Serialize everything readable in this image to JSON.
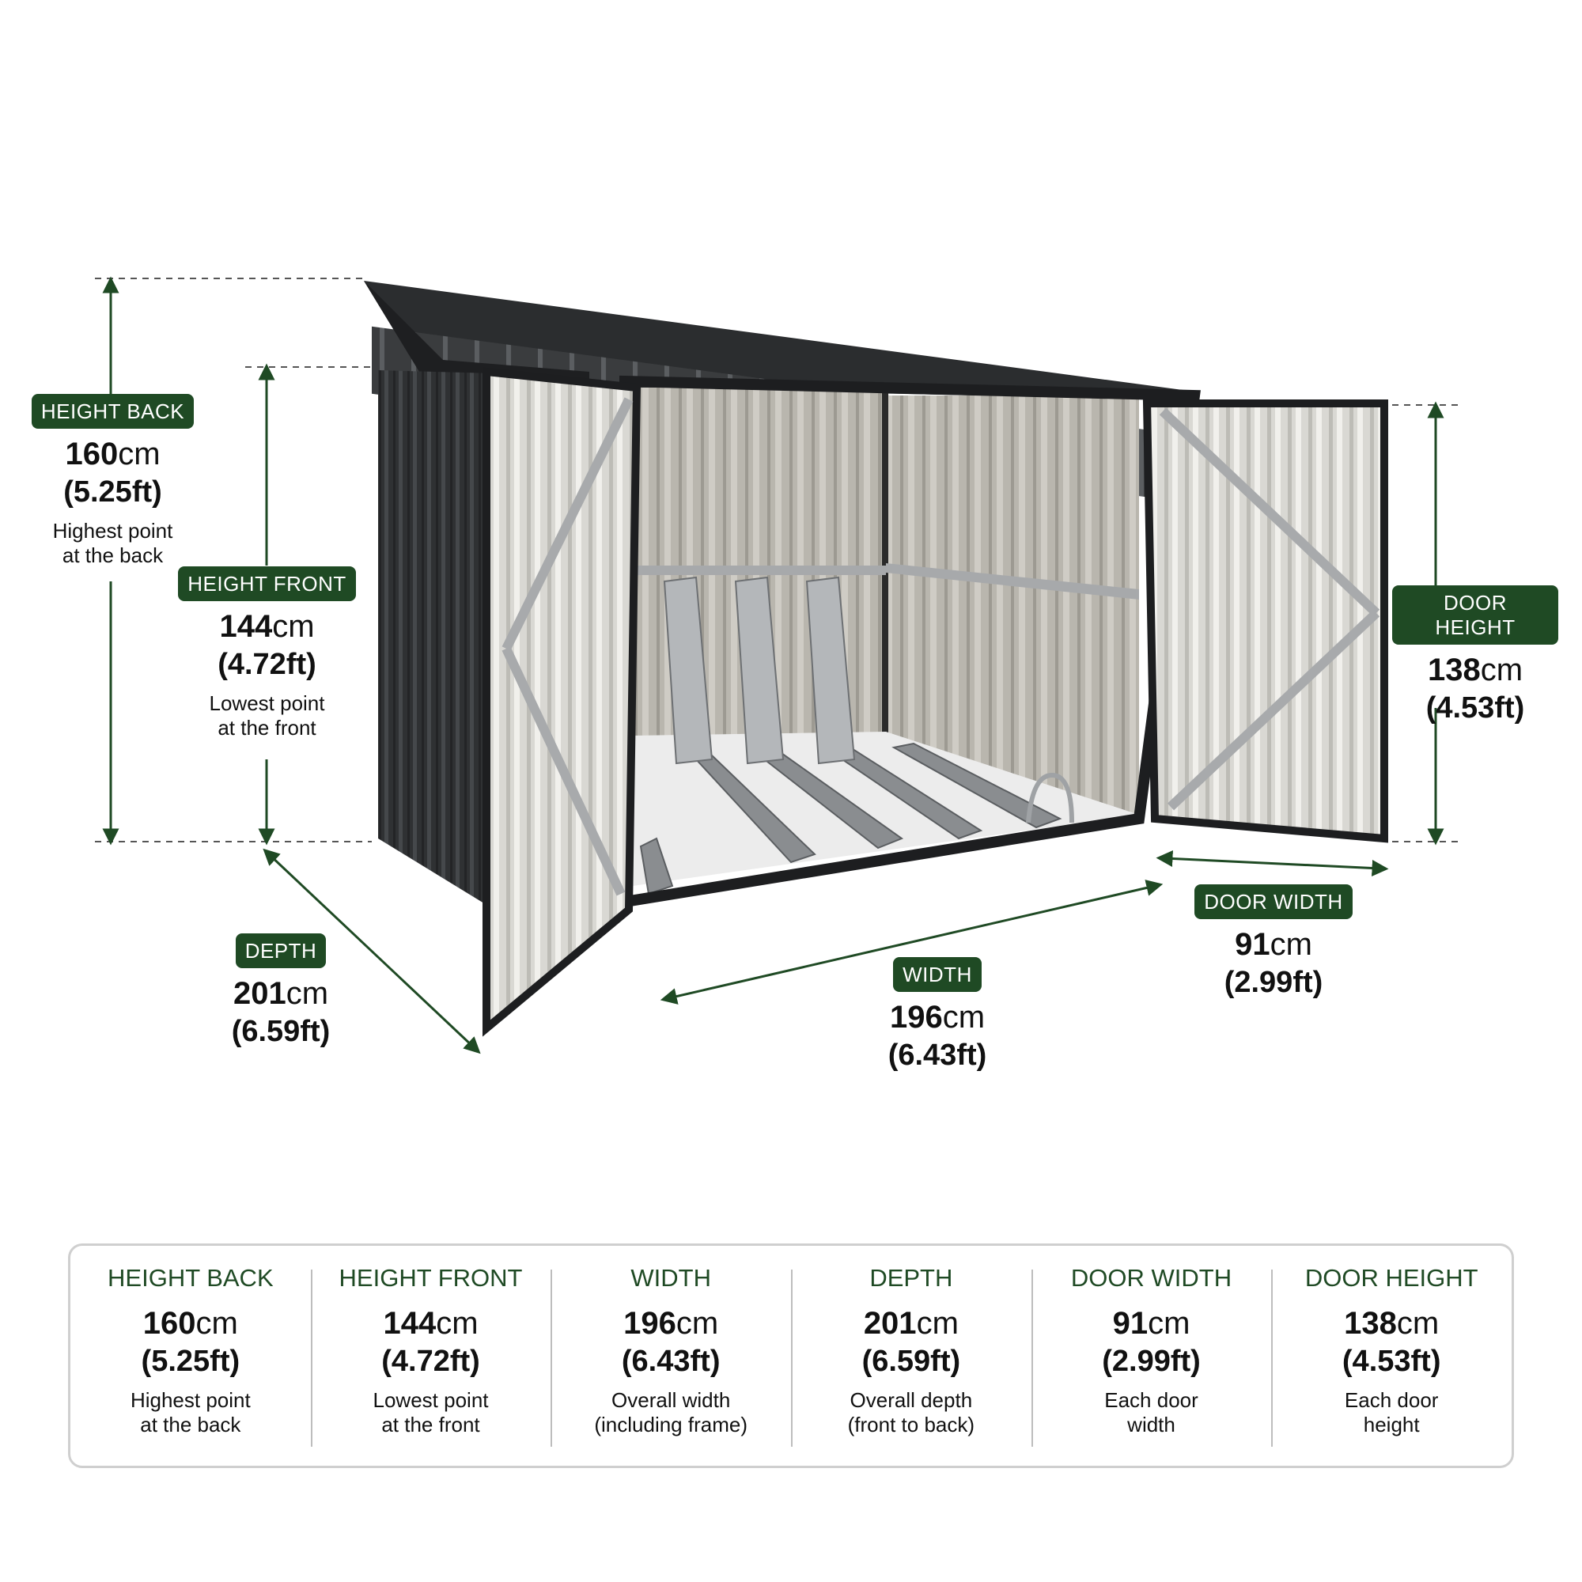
{
  "colors": {
    "badge_bg": "#1f4a24",
    "accent_text": "#1f4a24",
    "arrow": "#1f4a24"
  },
  "callouts": {
    "height_back": {
      "label": "HEIGHT BACK",
      "cm": "160",
      "unit": "cm",
      "ft": "(5.25ft)",
      "note1": "Highest point",
      "note2": "at the back"
    },
    "height_front": {
      "label": "HEIGHT FRONT",
      "cm": "144",
      "unit": "cm",
      "ft": "(4.72ft)",
      "note1": "Lowest point",
      "note2": "at the front"
    },
    "depth": {
      "label": "DEPTH",
      "cm": "201",
      "unit": "cm",
      "ft": "(6.59ft)"
    },
    "width": {
      "label": "WIDTH",
      "cm": "196",
      "unit": "cm",
      "ft": "(6.43ft)"
    },
    "door_width": {
      "label": "DOOR WIDTH",
      "cm": "91",
      "unit": "cm",
      "ft": "(2.99ft)"
    },
    "door_height": {
      "label": "DOOR HEIGHT",
      "cm": "138",
      "unit": "cm",
      "ft": "(4.53ft)"
    }
  },
  "table": [
    {
      "label": "HEIGHT BACK",
      "cm": "160",
      "unit": "cm",
      "ft": "(5.25ft)",
      "note1": "Highest point",
      "note2": "at the back"
    },
    {
      "label": "HEIGHT FRONT",
      "cm": "144",
      "unit": "cm",
      "ft": "(4.72ft)",
      "note1": "Lowest point",
      "note2": "at the front"
    },
    {
      "label": "WIDTH",
      "cm": "196",
      "unit": "cm",
      "ft": "(6.43ft)",
      "note1": "Overall width",
      "note2": "(including frame)"
    },
    {
      "label": "DEPTH",
      "cm": "201",
      "unit": "cm",
      "ft": "(6.59ft)",
      "note1": "Overall depth",
      "note2": "(front to back)"
    },
    {
      "label": "DOOR WIDTH",
      "cm": "91",
      "unit": "cm",
      "ft": "(2.99ft)",
      "note1": "Each door",
      "note2": "width"
    },
    {
      "label": "DOOR HEIGHT",
      "cm": "138",
      "unit": "cm",
      "ft": "(4.53ft)",
      "note1": "Each door",
      "note2": "height"
    }
  ]
}
